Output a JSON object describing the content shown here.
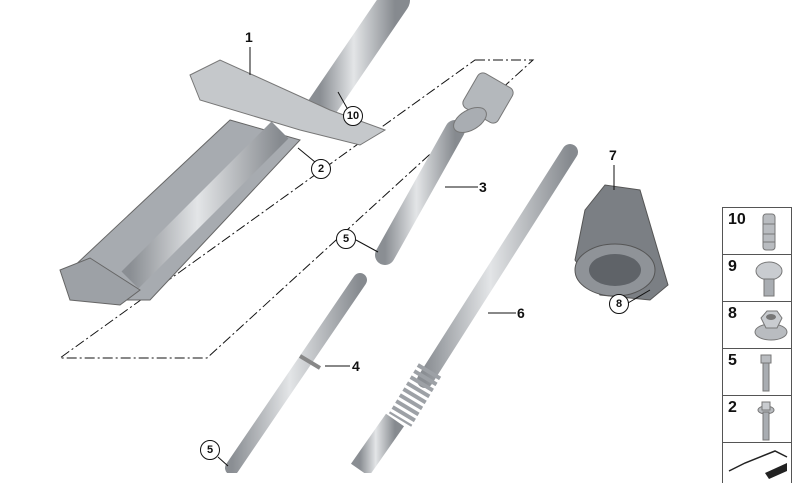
{
  "callouts": {
    "p1": "1",
    "p2": "2",
    "p10": "10",
    "p3": "3",
    "p5a": "5",
    "p4": "4",
    "p5b": "5",
    "p6": "6",
    "p7": "7",
    "p8": "8"
  },
  "parts_panel": [
    {
      "number": "10",
      "icon": "clip-nut-icon"
    },
    {
      "number": "9",
      "icon": "torx-screw-icon"
    },
    {
      "number": "8",
      "icon": "flange-nut-icon"
    },
    {
      "number": "5",
      "icon": "bolt-icon"
    },
    {
      "number": "2",
      "icon": "flange-bolt-icon"
    }
  ],
  "colors": {
    "part_gray": "#b9bcc0",
    "part_dark": "#7d8187",
    "line": "#111111"
  }
}
